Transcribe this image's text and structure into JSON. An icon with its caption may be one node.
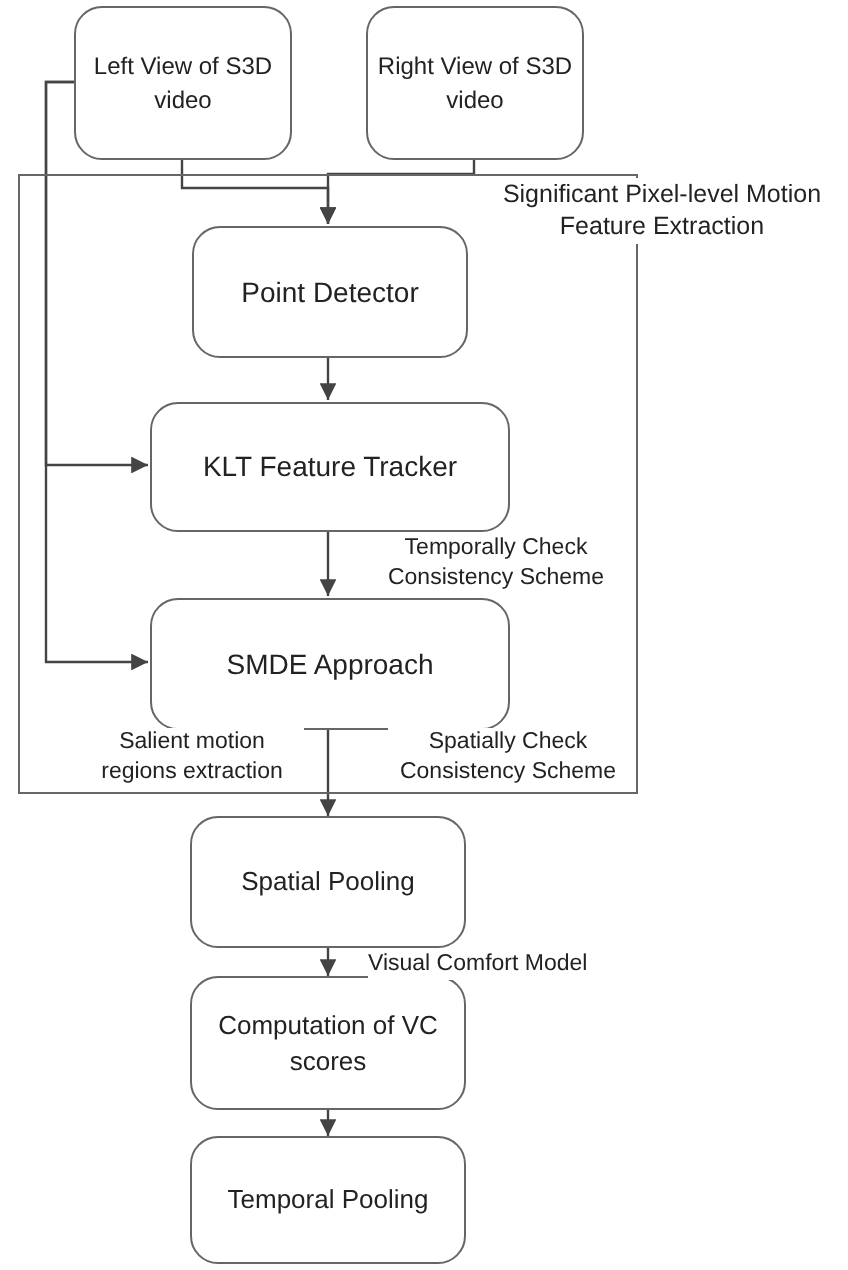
{
  "diagram": {
    "nodes": [
      {
        "text": [
          "Left View of S3D video"
        ]
      },
      {
        "text": [
          "Right View of S3D video"
        ]
      },
      {
        "text": [
          "Significant Pixel-level Motion Feature Extraction"
        ]
      },
      {
        "text": [
          "Point Detector"
        ],
        "in": 2
      },
      {
        "text": [
          "KLT Feature Tracker"
        ],
        "in": 2
      },
      {
        "text": [
          "SMDE Approach"
        ],
        "in": 2
      },
      {
        "text": [
          "Spatial Pooling"
        ]
      },
      {
        "text": [
          "Computation of VC scores"
        ]
      },
      {
        "text": [
          "Temporal Pooling"
        ]
      }
    ],
    "edges": [
      {
        "from": 0,
        "to": 3,
        "arrow": "to"
      },
      {
        "from": 1,
        "to": 3,
        "arrow": "to"
      },
      {
        "from": 0,
        "to": 4,
        "arrow": "to"
      },
      {
        "from": 0,
        "to": 5,
        "arrow": "to"
      },
      {
        "from": 3,
        "to": 4,
        "arrow": "to"
      },
      {
        "from": 4,
        "to": 5,
        "arrow": "to",
        "label": "Temporally Check Consistency Scheme"
      },
      {
        "from": 5,
        "to": 6,
        "arrow": "to",
        "label": "Spatially Check Consistency Scheme"
      },
      {
        "from": 6,
        "to": 7,
        "arrow": "to",
        "label": "Visual Comfort Model"
      },
      {
        "from": 7,
        "to": 8,
        "arrow": "to"
      }
    ],
    "labels": [
      "Salient motion regions extraction"
    ]
  }
}
